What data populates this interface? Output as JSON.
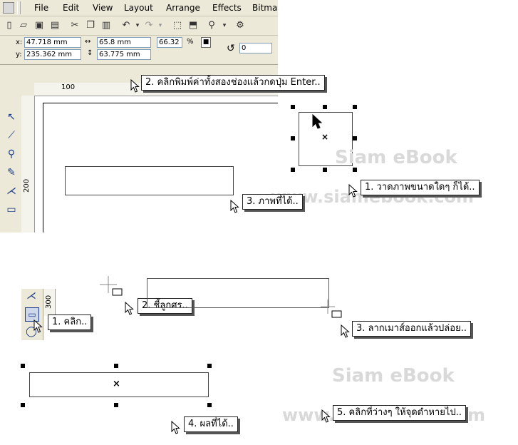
{
  "menu": [
    "File",
    "Edit",
    "View",
    "Layout",
    "Arrange",
    "Effects",
    "Bitmap"
  ],
  "property_bar": {
    "x_label": "x:",
    "x_value": "47.718 mm",
    "y_label": "y:",
    "y_value": "235.362 mm",
    "width_value": "65.8 mm",
    "height_value": "63.775 mm",
    "scale_value": "66.32",
    "percent": "%",
    "extra_value": "0"
  },
  "ruler": {
    "top_tick": "100",
    "left_ticks": [
      "200"
    ],
    "left_tick_lower": "300",
    "bottom_left_tick": "300"
  },
  "callouts": {
    "top_step2": "2. คลิกพิมพ์ค่าทั้งสองช่องแล้วกดปุ่ม Enter..",
    "top_step1": "1. วาดภาพขนาดใดๆ ก็ได้..",
    "top_step3": "3. ภาพที่ได้..",
    "bottom_step1": "1. คลิก..",
    "bottom_step2": "2. ชี้ลูกศร..",
    "bottom_step3": "3. ลากเมาส์ออกแล้วปล่อย..",
    "bottom_step4": "4. ผลที่ได้..",
    "bottom_step5": "5. คลิกที่ว่างๆ ให้จุดดำหายไป.."
  },
  "watermarks": {
    "brand": "Siam eBook",
    "url": "www.siamebook.com"
  },
  "center_mark": "×",
  "icons": {
    "cursor": "arrow-cursor-icon",
    "crosshair": "crosshair-icon"
  },
  "colors": {
    "chrome": "#ece9d8",
    "field_border": "#7f9db9",
    "tool_blue": "#1a3c8a"
  }
}
